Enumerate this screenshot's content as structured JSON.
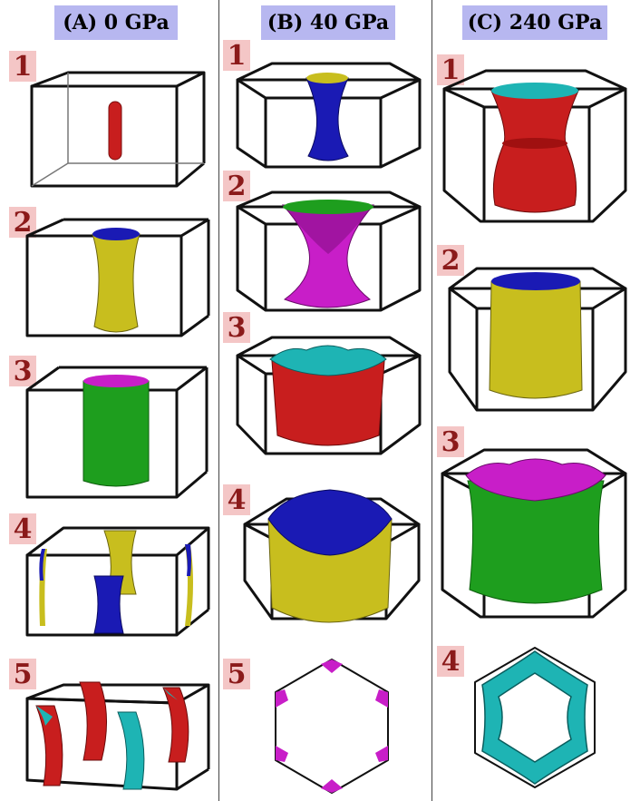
{
  "columns": [
    {
      "header": "(A) 0 GPa",
      "panels": [
        "1",
        "2",
        "3",
        "4",
        "5"
      ]
    },
    {
      "header": "(B) 40 GPa",
      "panels": [
        "1",
        "2",
        "3",
        "4",
        "5"
      ]
    },
    {
      "header": "(C) 240 GPa",
      "panels": [
        "1",
        "2",
        "3",
        "4"
      ]
    }
  ],
  "colors": {
    "header_bg": "#b7b7f0",
    "label_bg": "#f4c6c6",
    "label_text": "#8b1a1a",
    "red": "#c81e1e",
    "blue": "#1a1ab4",
    "yellow": "#c8be1e",
    "green": "#1e9e1e",
    "magenta": "#c81ec8",
    "cyan": "#1eb4b4"
  }
}
